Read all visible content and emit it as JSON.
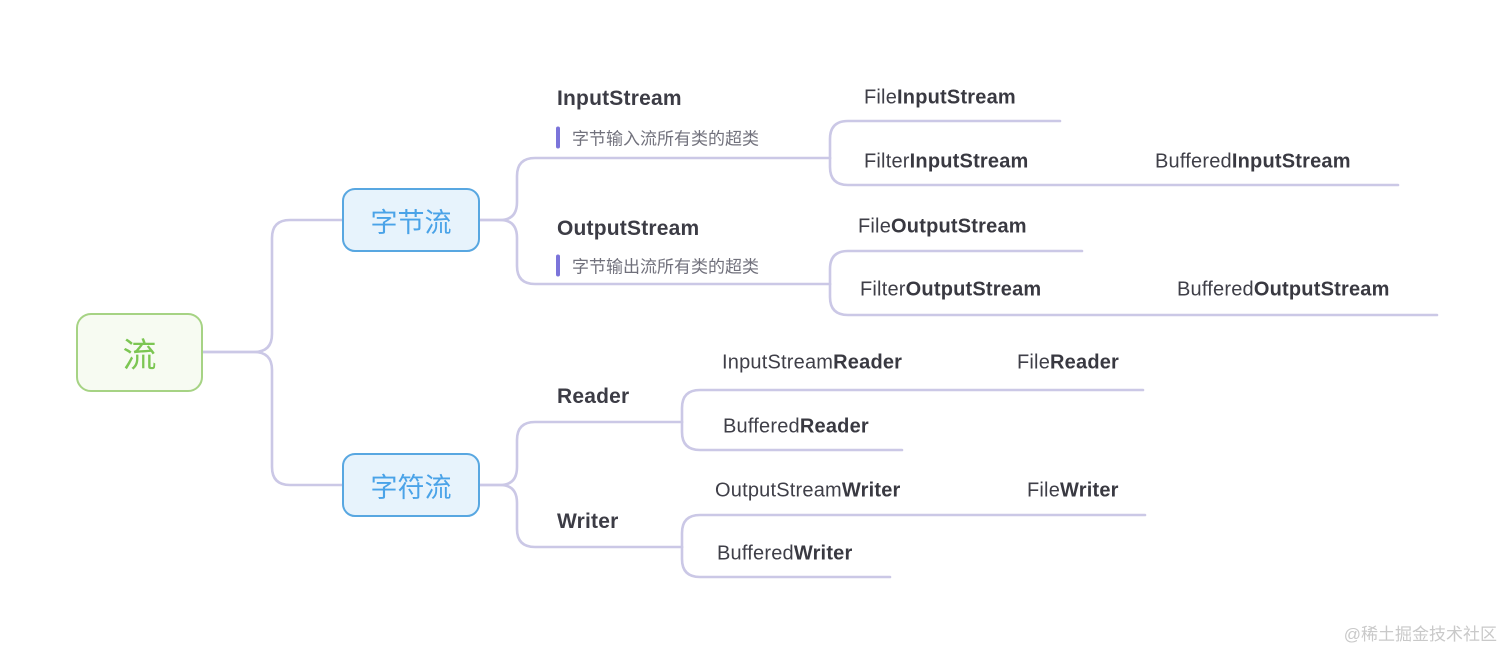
{
  "root": {
    "label": "流"
  },
  "branches": {
    "byte": {
      "label": "字节流"
    },
    "char": {
      "label": "字符流"
    }
  },
  "topics": {
    "input_stream": {
      "label": "InputStream",
      "note": "字节输入流所有类的超类"
    },
    "output_stream": {
      "label": "OutputStream",
      "note": "字节输出流所有类的超类"
    },
    "reader": {
      "label": "Reader"
    },
    "writer": {
      "label": "Writer"
    }
  },
  "classes": {
    "file_input_stream": {
      "prefix": "File",
      "suffix": "InputStream"
    },
    "filter_input_stream": {
      "prefix": "Filter",
      "suffix": "InputStream"
    },
    "buffered_input_stream": {
      "prefix": "Buffered",
      "suffix": "InputStream"
    },
    "file_output_stream": {
      "prefix": "File",
      "suffix": "OutputStream"
    },
    "filter_output_stream": {
      "prefix": "Filter",
      "suffix": "OutputStream"
    },
    "buffered_output_stream": {
      "prefix": "Buffered",
      "suffix": "OutputStream"
    },
    "input_stream_reader": {
      "prefix": "InputStream",
      "suffix": "Reader"
    },
    "file_reader": {
      "prefix": "File",
      "suffix": "Reader"
    },
    "buffered_reader": {
      "prefix": "Buffered",
      "suffix": "Reader"
    },
    "output_stream_writer": {
      "prefix": "OutputStream",
      "suffix": "Writer"
    },
    "file_writer": {
      "prefix": "File",
      "suffix": "Writer"
    },
    "buffered_writer": {
      "prefix": "Buffered",
      "suffix": "Writer"
    }
  },
  "watermark": "@稀土掘金技术社区",
  "colors": {
    "edge": "#cbc8e6",
    "note_bar": "#7b74da",
    "note_text": "#71717c",
    "topic_text": "#3c3c45",
    "root_border": "#a6d384",
    "root_fill": "#f7fbf2",
    "root_text": "#7cc653",
    "branch_border": "#58a7e1",
    "branch_fill": "#e7f3fc",
    "branch_text": "#4aa3e8",
    "watermark_text": "#c9c9c9"
  }
}
